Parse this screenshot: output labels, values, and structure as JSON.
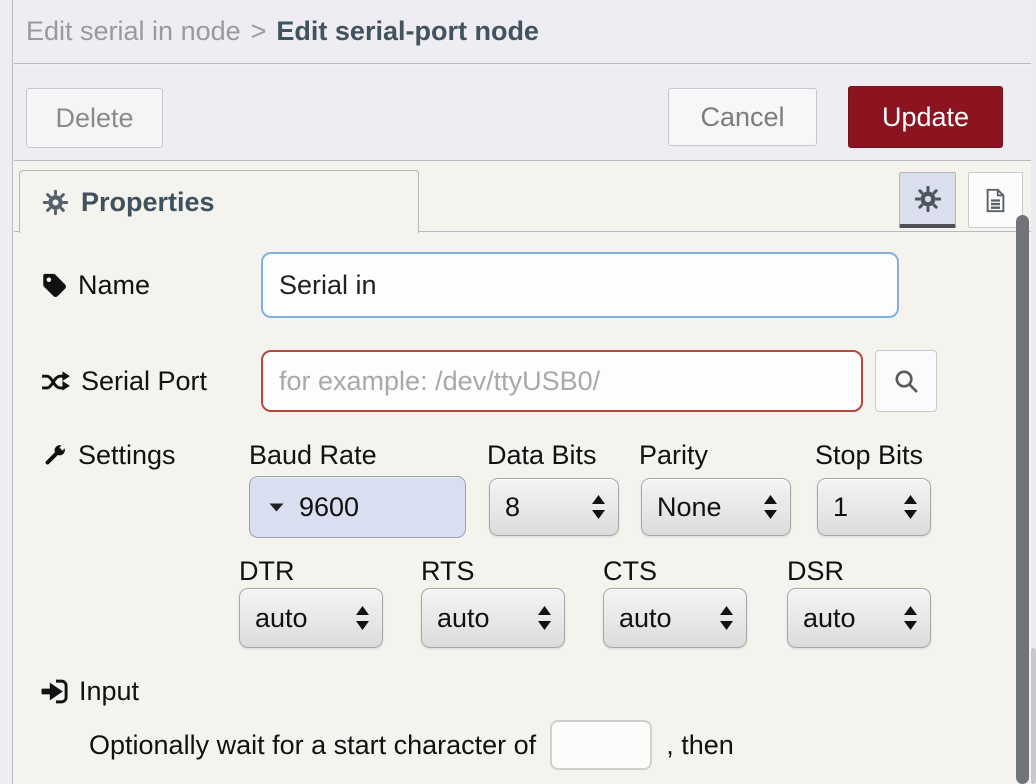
{
  "header": {
    "breadcrumb": {
      "prefix": "Edit serial in node",
      "separator": ">",
      "current": "Edit serial-port node"
    }
  },
  "toolbar": {
    "delete_label": "Delete",
    "cancel_label": "Cancel",
    "update_label": "Update"
  },
  "tabs": {
    "properties_label": "Properties"
  },
  "form": {
    "name": {
      "label": "Name",
      "value": "Serial in"
    },
    "serial_port": {
      "label": "Serial Port",
      "placeholder": "for example: /dev/ttyUSB0/"
    },
    "settings": {
      "label": "Settings",
      "baud_rate": {
        "label": "Baud Rate",
        "value": "9600"
      },
      "data_bits": {
        "label": "Data Bits",
        "value": "8"
      },
      "parity": {
        "label": "Parity",
        "value": "None"
      },
      "stop_bits": {
        "label": "Stop Bits",
        "value": "1"
      },
      "dtr": {
        "label": "DTR",
        "value": "auto"
      },
      "rts": {
        "label": "RTS",
        "value": "auto"
      },
      "cts": {
        "label": "CTS",
        "value": "auto"
      },
      "dsr": {
        "label": "DSR",
        "value": "auto"
      }
    },
    "input_section": {
      "label": "Input",
      "wait_text_before": "Optionally wait for a start character of",
      "start_char_value": "",
      "wait_text_after": ", then"
    }
  },
  "colors": {
    "update_button": "#8c1420",
    "error_border": "#b8473e",
    "focus_border": "#7fb2e1",
    "baud_dropdown_bg": "#d9def0",
    "header_bg": "#ededf3",
    "content_bg": "#f4f3ee"
  }
}
